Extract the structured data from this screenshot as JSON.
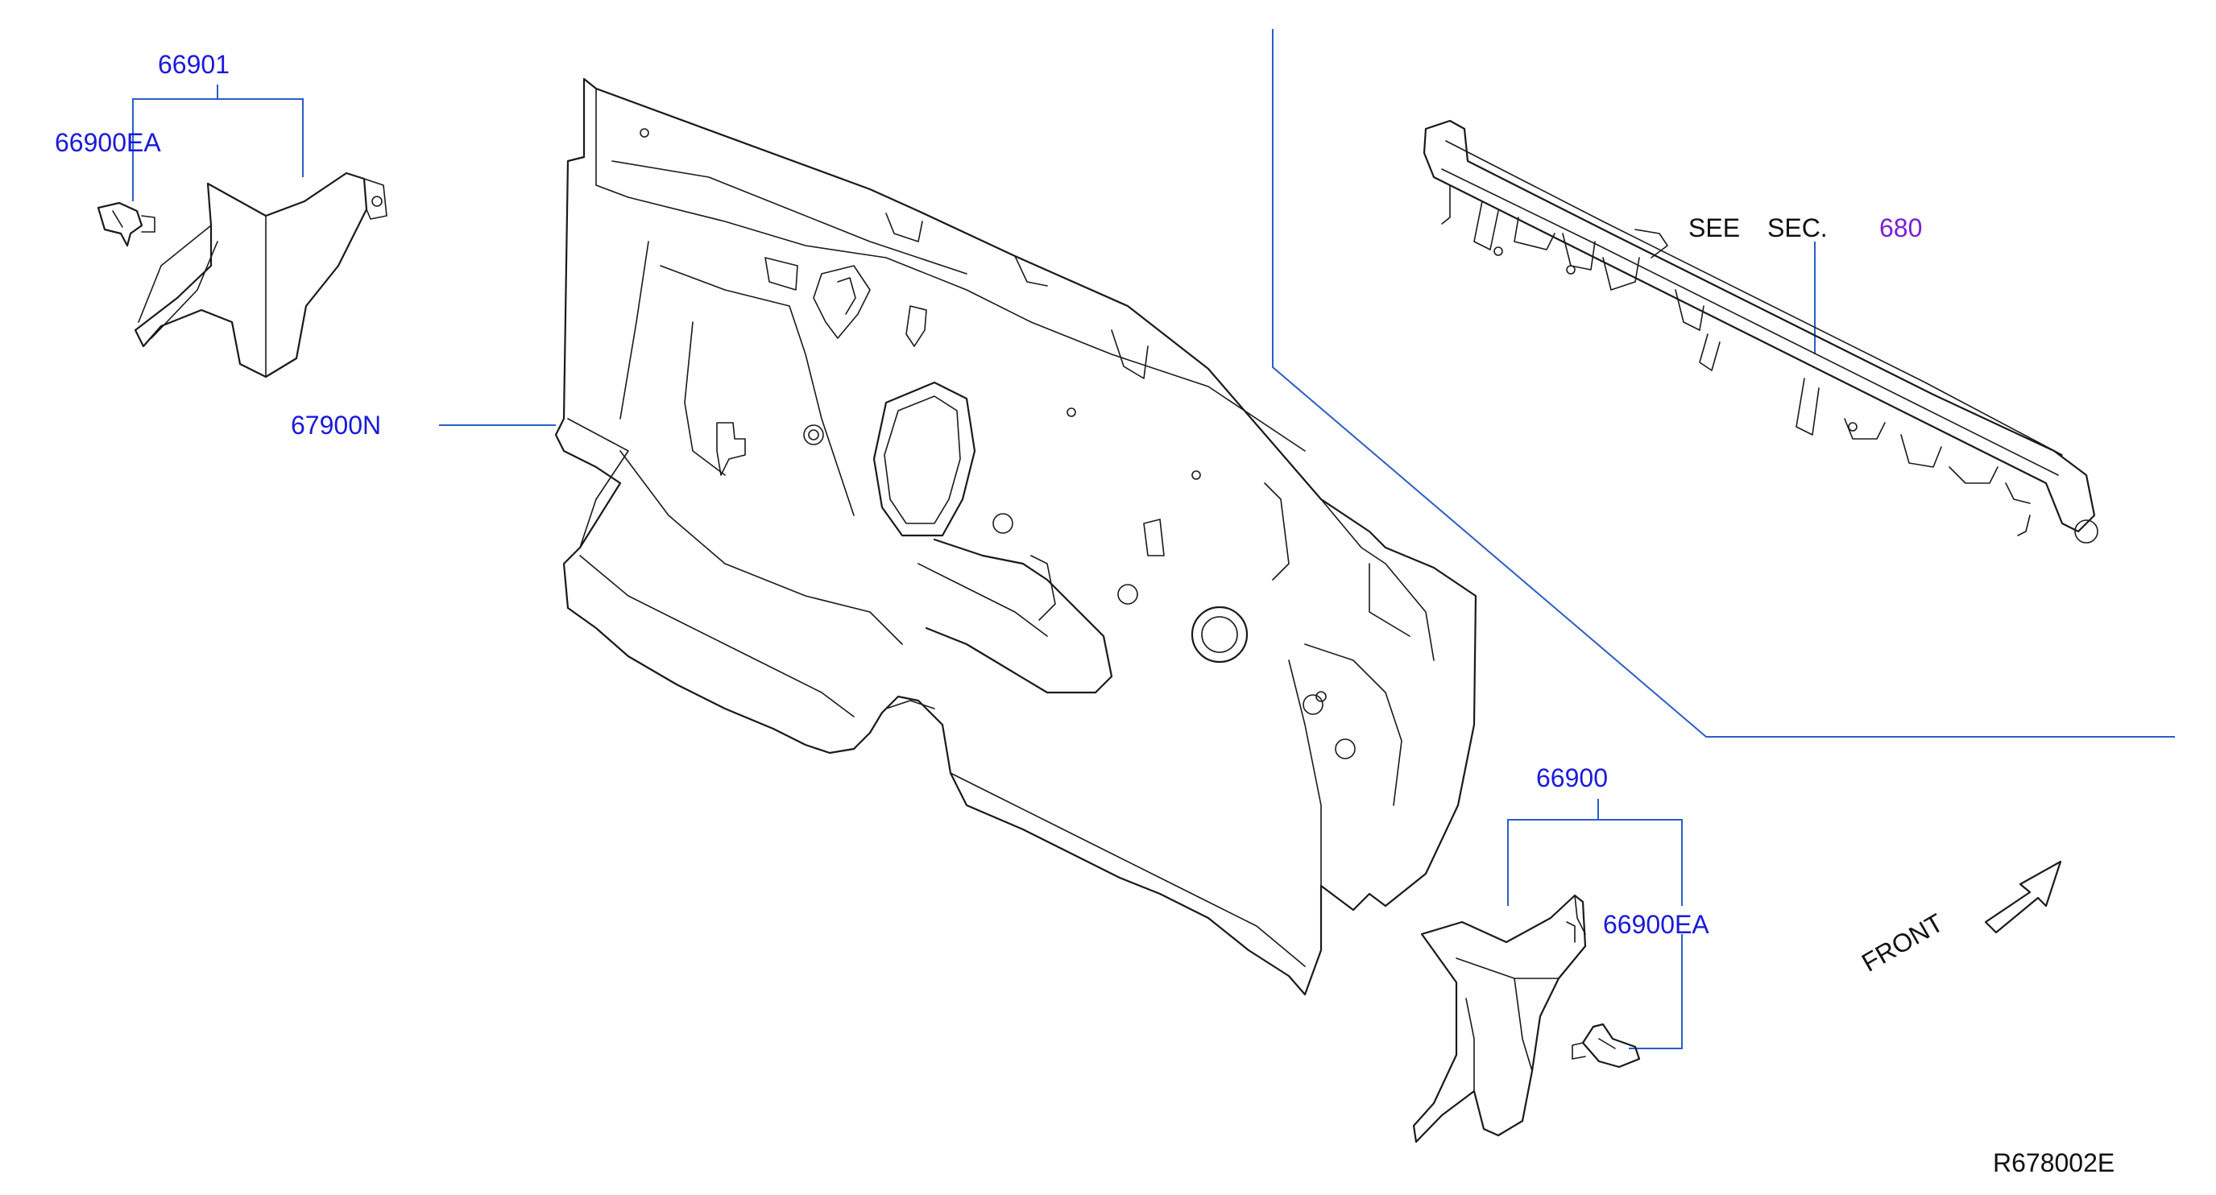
{
  "labels": {
    "p66901": "66901",
    "p66900ea_top": "66900EA",
    "p67900n": "67900N",
    "see": "SEE",
    "sec": "SEC.",
    "sec_num": "680",
    "p66900": "66900",
    "p66900ea_bottom": "66900EA",
    "front": "FRONT",
    "diagram_code": "R678002E"
  },
  "colors": {
    "part_number": "#1a1adb",
    "section_ref": "#7a1fd6",
    "leader_line": "#2a5fc4",
    "drawing": "#1a1a1a"
  },
  "icons": {
    "front_arrow": "outline-arrow-up-right"
  }
}
